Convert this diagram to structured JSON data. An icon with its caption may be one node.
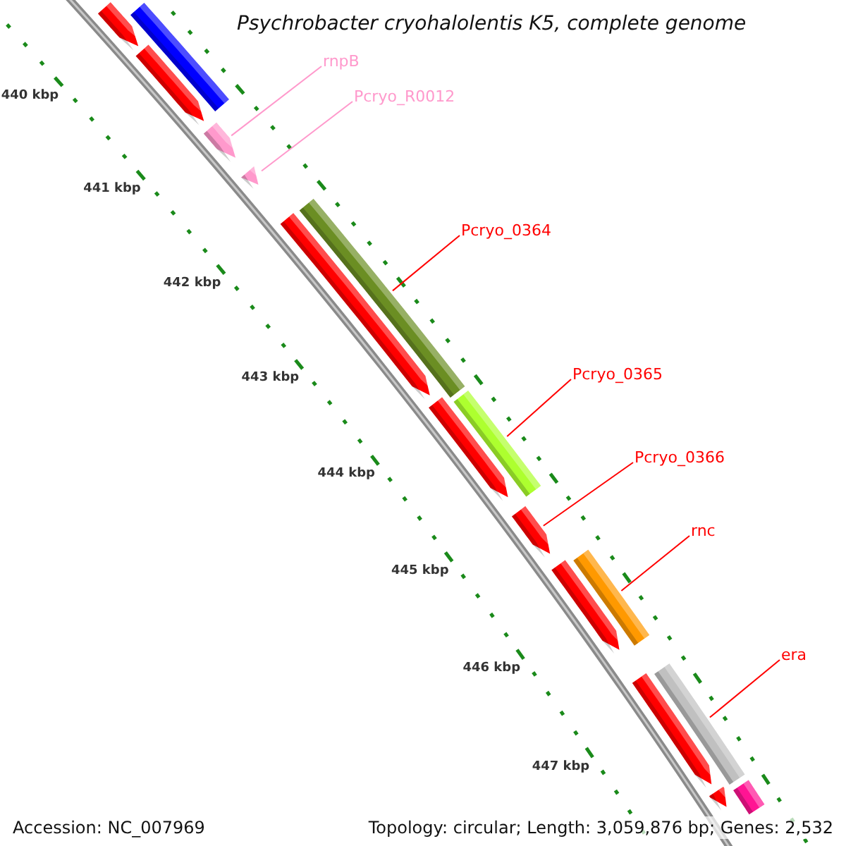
{
  "diagram": {
    "title": "Psychrobacter cryohalolentis K5, complete genome",
    "nodes": [
      {
        "text": [],
        "shape": "bar"
      },
      {
        "text": [],
        "shape": "bar"
      },
      {
        "text": [],
        "shape": "bar"
      },
      {
        "text": [],
        "shape": "bar"
      },
      {
        "text": [],
        "shape": "bar"
      },
      {
        "text": [],
        "shape": "bar"
      },
      {
        "text": [],
        "shape": "bar"
      },
      {
        "text": [],
        "shape": "bar"
      },
      {
        "text": [],
        "shape": "bar"
      },
      {
        "text": [],
        "shape": "bar"
      },
      {
        "text": [],
        "shape": "bar"
      },
      {
        "text": [],
        "shape": "bar"
      },
      {
        "text": [],
        "shape": "bar"
      },
      {
        "text": [],
        "shape": "bar"
      },
      {
        "text": [],
        "shape": "bar"
      },
      {
        "text": [],
        "shape": "bar"
      },
      {
        "text": [
          "rnpB"
        ]
      },
      {
        "text": [
          "Pcryo_R0012"
        ]
      },
      {
        "text": [
          "Pcryo_0364"
        ]
      },
      {
        "text": [
          "Pcryo_0365"
        ]
      },
      {
        "text": [
          "Pcryo_0366"
        ]
      },
      {
        "text": [
          "rnc"
        ]
      },
      {
        "text": [
          "era"
        ]
      }
    ],
    "edges": [
      {
        "from": 16,
        "to": 3,
        "arrow": "none",
        "color": "#ff99cc"
      },
      {
        "from": 17,
        "to": 4,
        "arrow": "none",
        "color": "#ff99cc"
      },
      {
        "from": 18,
        "to": 6,
        "arrow": "none"
      },
      {
        "from": 19,
        "to": 7,
        "arrow": "none"
      },
      {
        "from": 20,
        "to": 9,
        "arrow": "none"
      },
      {
        "from": 21,
        "to": 11,
        "arrow": "none"
      },
      {
        "from": 22,
        "to": 13,
        "arrow": "none"
      }
    ],
    "labels": [
      "440 kbp",
      "441 kbp",
      "442 kbp",
      "443 kbp",
      "444 kbp",
      "445 kbp",
      "446 kbp",
      "447 kbp",
      "Accession: NC_007969",
      "Topology: circular; Length: 3,059,876 bp; Genes: 2,532"
    ]
  }
}
